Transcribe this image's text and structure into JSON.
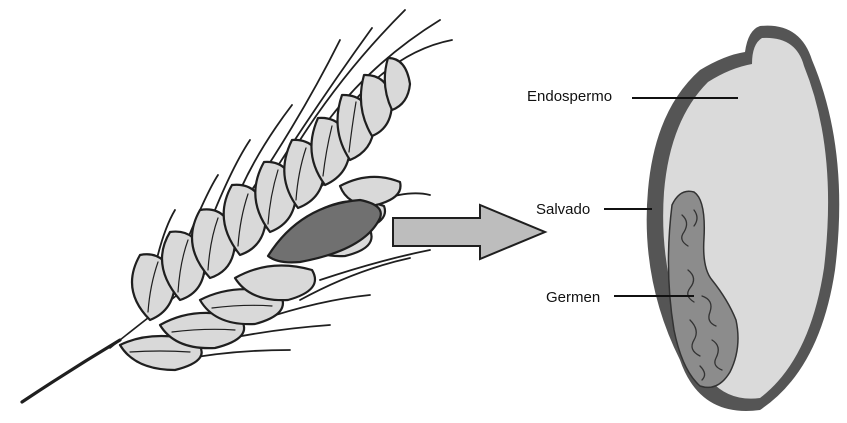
{
  "diagram": {
    "labels": {
      "endosperm": "Endospermo",
      "bran": "Salvado",
      "germ": "Germen"
    },
    "colors": {
      "outline": "#1f1f1f",
      "spikelet_fill": "#d9d9d9",
      "highlight_fill": "#707070",
      "arrow_fill": "#bdbdbd",
      "seed_coat": "#555555",
      "endosperm_fill": "#dadada",
      "germ_fill": "#8c8c8c"
    }
  }
}
